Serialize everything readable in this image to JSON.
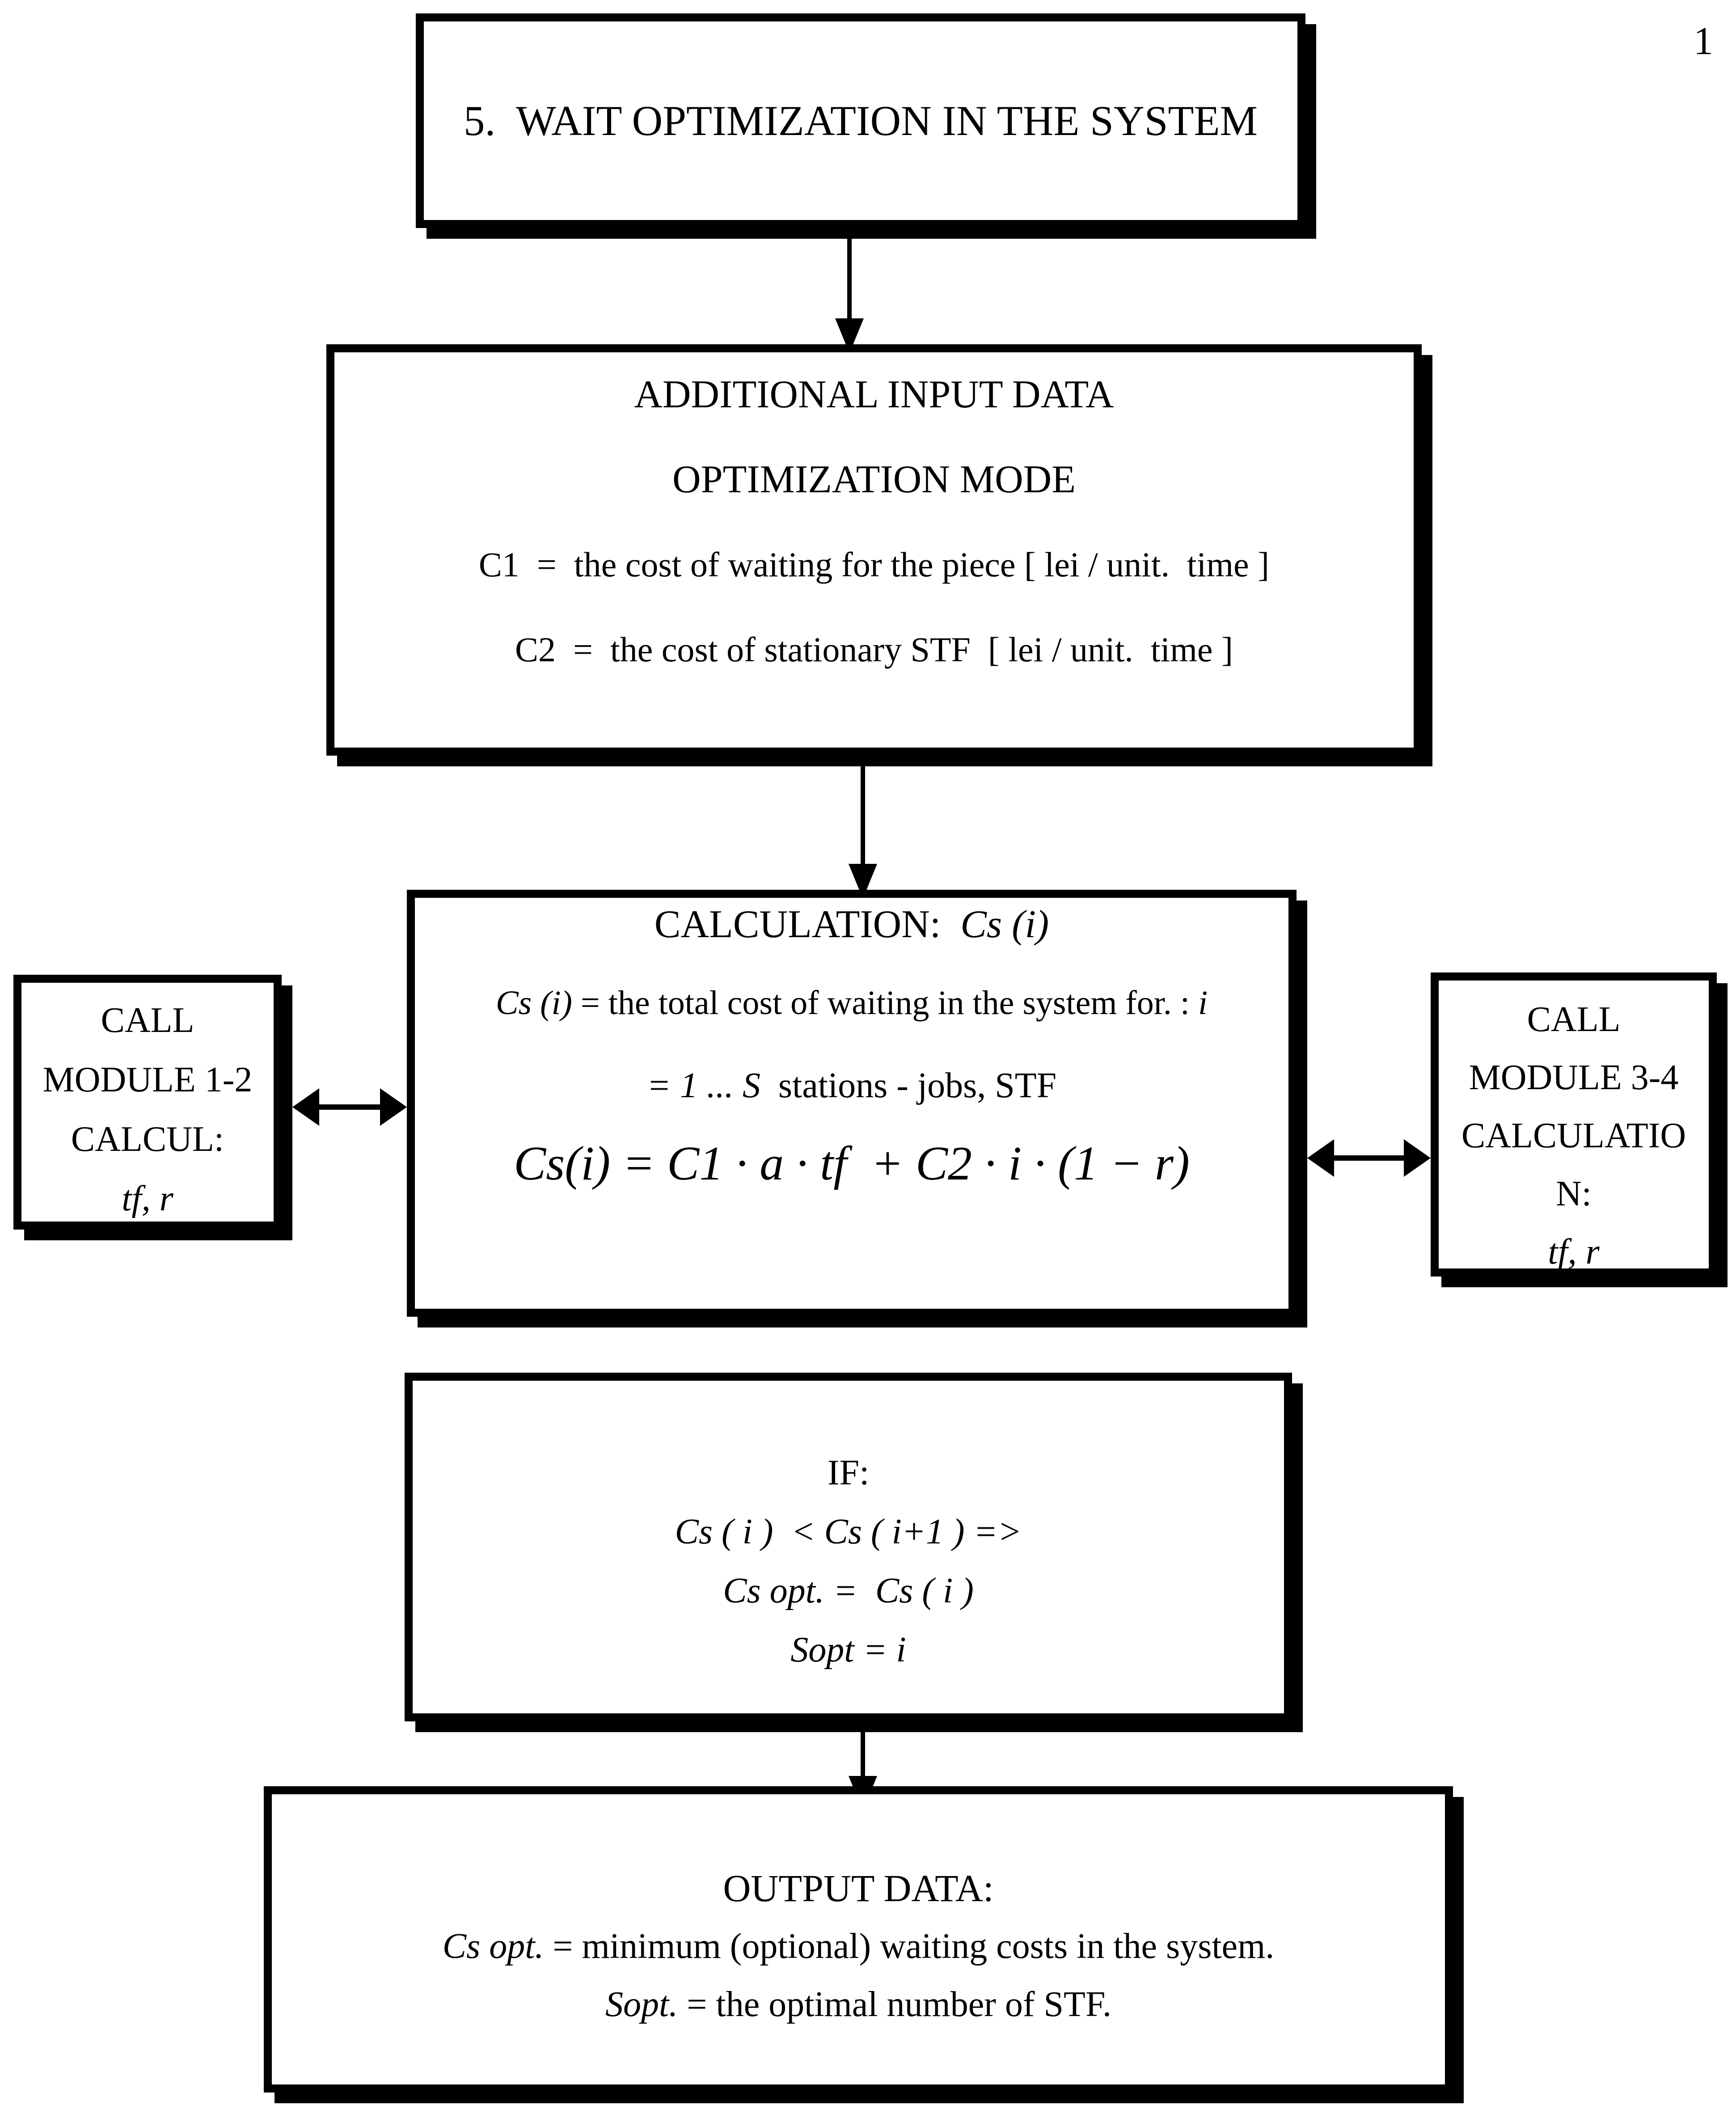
{
  "page": {
    "number": "1"
  },
  "title_box": {
    "text": "5.  WAIT OPTIMIZATION IN THE SYSTEM"
  },
  "input_box": {
    "line1": "ADDITIONAL INPUT DATA",
    "line2": "OPTIMIZATION MODE",
    "line3": "C1  =  the cost of waiting for the piece [ lei / unit.  time ]",
    "line4": "C2  =  the cost of stationary STF  [ lei / unit.  time ]"
  },
  "calc_box": {
    "header_label": "CALCULATION:  ",
    "header_math": "Cs (i)",
    "line2_math1": "Cs (i) ",
    "line2_text": "= the total cost of waiting in the system for. : ",
    "line2_math2": "i",
    "line3_math": "= 1 ... S",
    "line3_text": "  stations - jobs, STF",
    "formula": "Cs(i) = C1 · a · tf  + C2 · i · (1 − r)"
  },
  "left_module_box": {
    "line1": "CALL",
    "line2": "MODULE 1-2",
    "line3": "CALCUL:",
    "line4": "tf, r"
  },
  "right_module_box": {
    "line1": "CALL",
    "line2": "MODULE 3-4",
    "line3": "CALCULATIO",
    "line4": "N:",
    "line5": "tf, r"
  },
  "if_box": {
    "line1": "IF:",
    "line2": "Cs ( i )  < Cs ( i+1 ) =>",
    "line3": "Cs opt. =  Cs ( i )",
    "line4": "Sopt = i"
  },
  "output_box": {
    "line1": "OUTPUT DATA:",
    "line2_math": "Cs opt. ",
    "line2_text": "= minimum (optional) waiting costs in the system.",
    "line3_math": "Sopt. ",
    "line3_text": "= the optimal number of STF."
  },
  "colors": {
    "ink": "#000000",
    "background": "#ffffff"
  }
}
